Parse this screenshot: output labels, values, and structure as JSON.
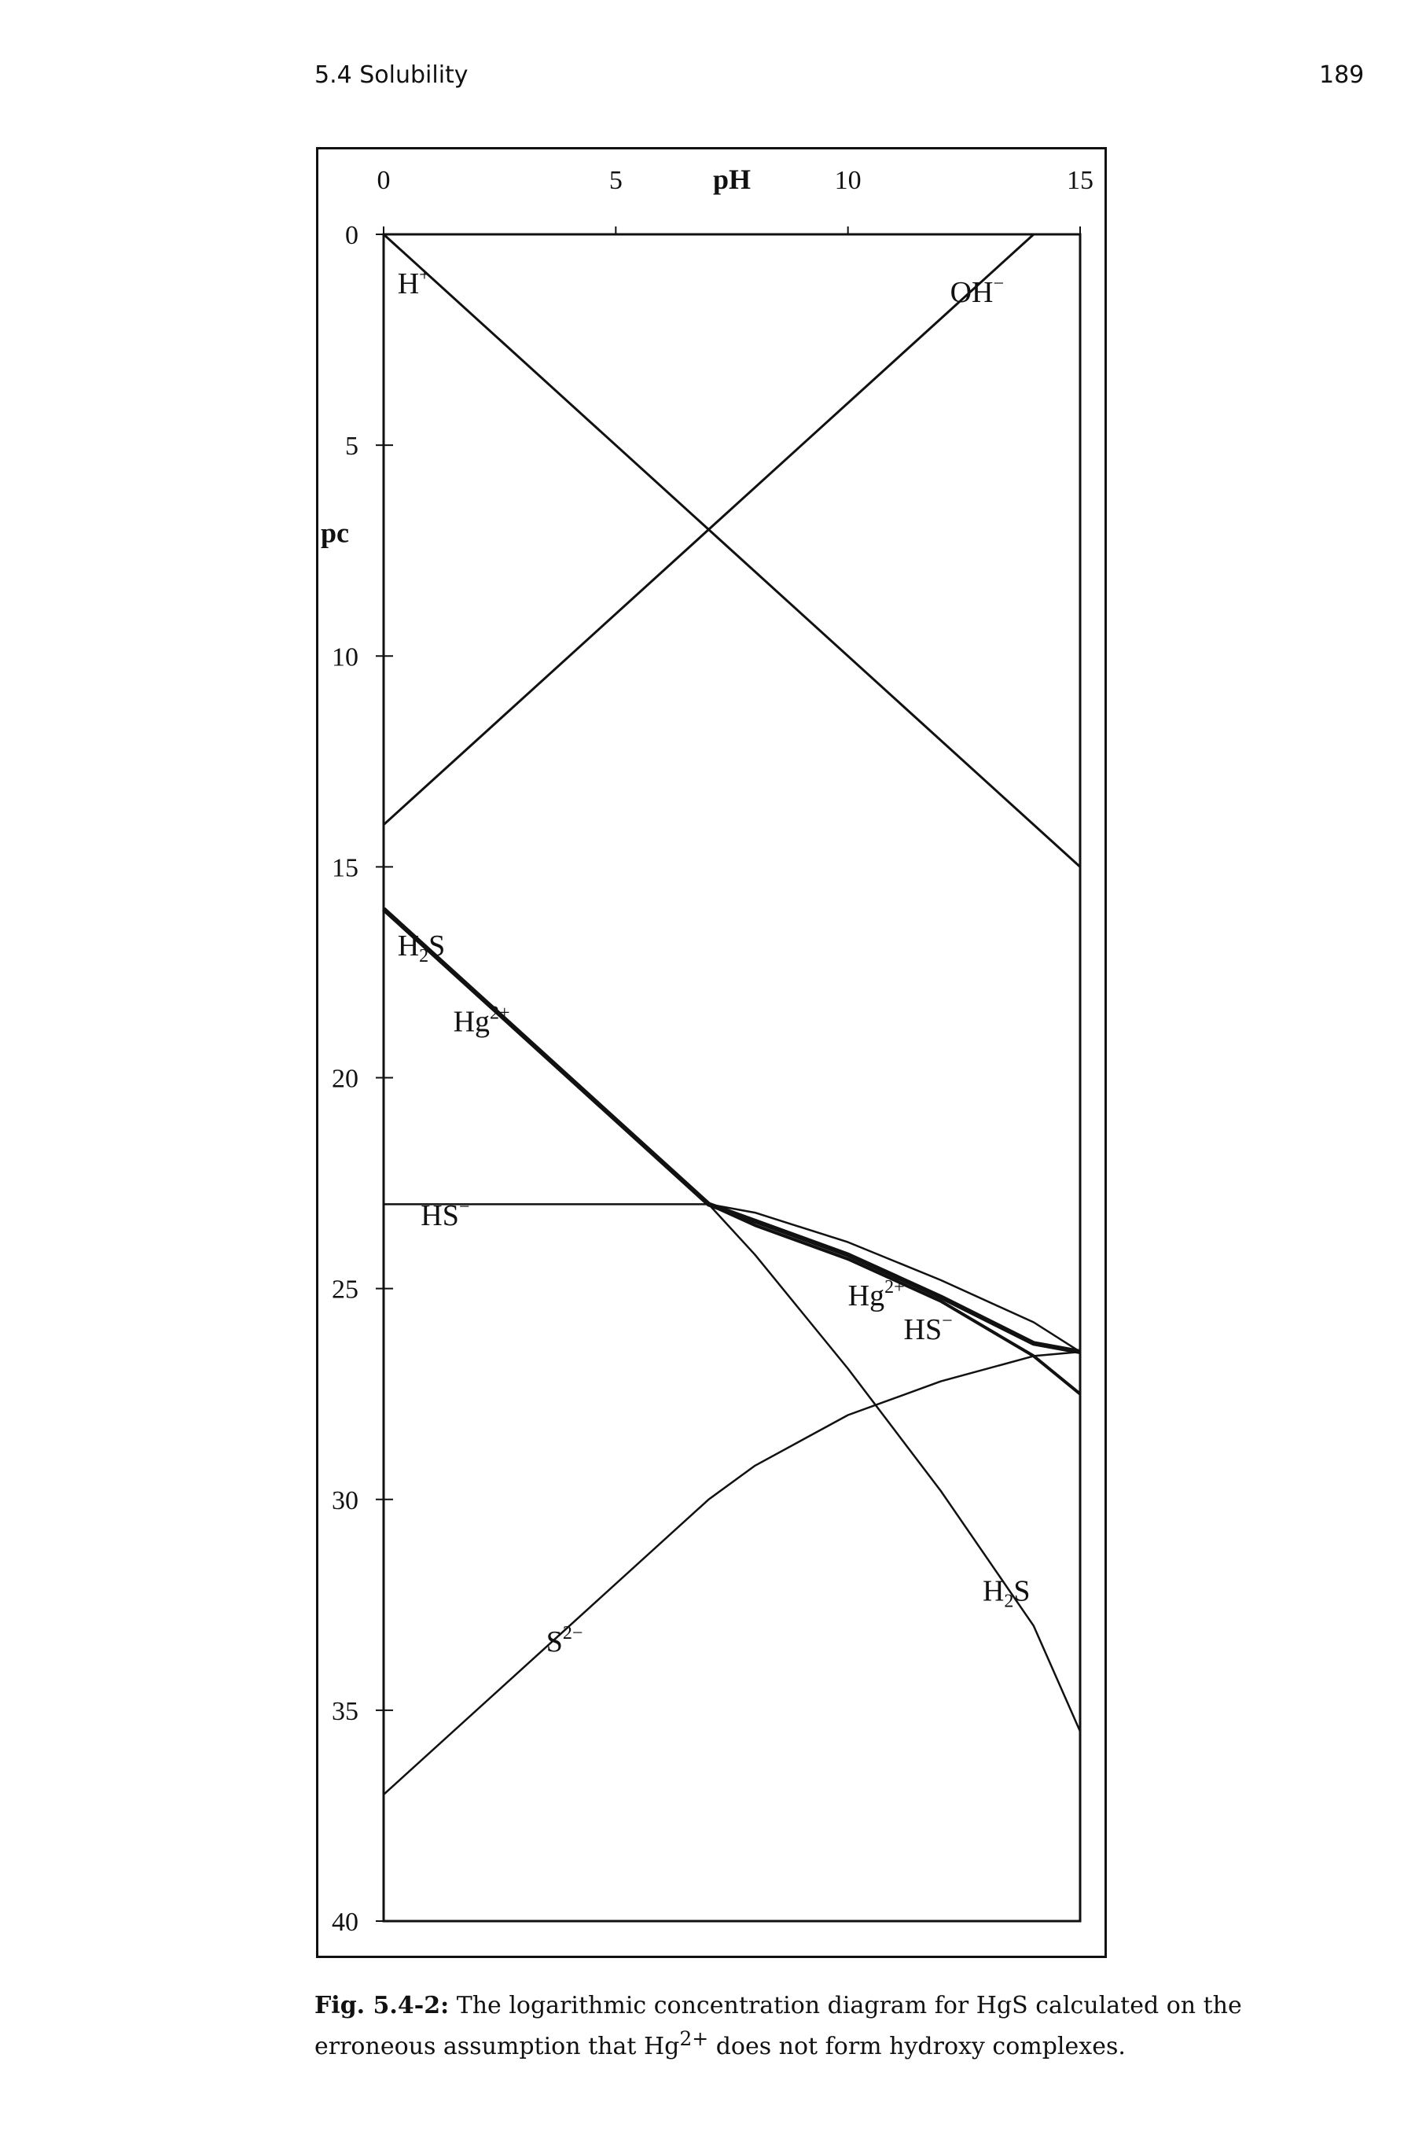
{
  "header": {
    "section": "5.4  Solubility",
    "page_number": "189"
  },
  "caption": {
    "lead": "Fig. 5.4-2:",
    "text_part1": " The logarithmic concentration diagram for HgS calculated on the erroneous assumption that Hg",
    "superscript": "2+",
    "text_part2": " does not form hydroxy complexes."
  },
  "chart_data": {
    "type": "line",
    "xlabel": "pH",
    "ylabel": "pc",
    "xlim": [
      0,
      15
    ],
    "ylim": [
      0,
      40
    ],
    "x_ticks": [
      "0",
      "5",
      "10",
      "15"
    ],
    "y_ticks": [
      "0",
      "5",
      "10",
      "15",
      "20",
      "25",
      "30",
      "35",
      "40"
    ],
    "x_tick_values": [
      0,
      5,
      10,
      15
    ],
    "y_tick_values": [
      0,
      5,
      10,
      15,
      20,
      25,
      30,
      35,
      40
    ],
    "x_axis_position": "top",
    "y_axis_inverted": true,
    "grid": false,
    "legend": "none",
    "series": [
      {
        "x": [
          0,
          15
        ],
        "y": [
          0,
          15
        ]
      },
      {
        "x": [
          0,
          14
        ],
        "y": [
          14,
          0
        ]
      },
      {
        "x": [
          0,
          7,
          8,
          10,
          12,
          14,
          15
        ],
        "y": [
          23,
          23,
          23.2,
          23.9,
          24.8,
          25.8,
          26.5
        ]
      },
      {
        "x": [
          0,
          7,
          8,
          10,
          12,
          14,
          15
        ],
        "y": [
          16,
          23,
          24.2,
          26.9,
          29.8,
          33,
          35.5
        ]
      },
      {
        "x": [
          0,
          7,
          8,
          10,
          12,
          14,
          15
        ],
        "y": [
          37,
          30,
          29.2,
          28,
          27.2,
          26.6,
          26.5
        ]
      },
      {
        "x": [
          0,
          7,
          8,
          10,
          12,
          14,
          15
        ],
        "y": [
          16,
          23,
          23.5,
          24.3,
          25.3,
          26.6,
          27.5
        ]
      },
      {
        "x": [
          0,
          7,
          8,
          10,
          12,
          14,
          15
        ],
        "y": [
          16,
          23,
          23.4,
          24.2,
          25.2,
          26.3,
          26.5
        ]
      }
    ],
    "labels": [
      {
        "text": "H",
        "sup": "+",
        "x": 0.3,
        "y": 1.4
      },
      {
        "text": "OH",
        "sup": "−",
        "x": 12.2,
        "y": 1.6
      },
      {
        "text": "H",
        "sub": "2",
        "text2": "S",
        "x": 0.3,
        "y": 17.1
      },
      {
        "text": "Hg",
        "sup": "2+",
        "x": 1.5,
        "y": 18.9
      },
      {
        "text": "HS",
        "sup": "−",
        "x": 0.8,
        "y": 23.5
      },
      {
        "text": "Hg",
        "sup": "2+",
        "x": 10.0,
        "y": 25.4
      },
      {
        "text": "HS",
        "sup": "−",
        "x": 11.2,
        "y": 26.2
      },
      {
        "text": "H",
        "sub": "2",
        "text2": "S",
        "x": 12.9,
        "y": 32.4
      },
      {
        "text": "S",
        "sup": "2−",
        "x": 3.5,
        "y": 33.6
      }
    ]
  }
}
